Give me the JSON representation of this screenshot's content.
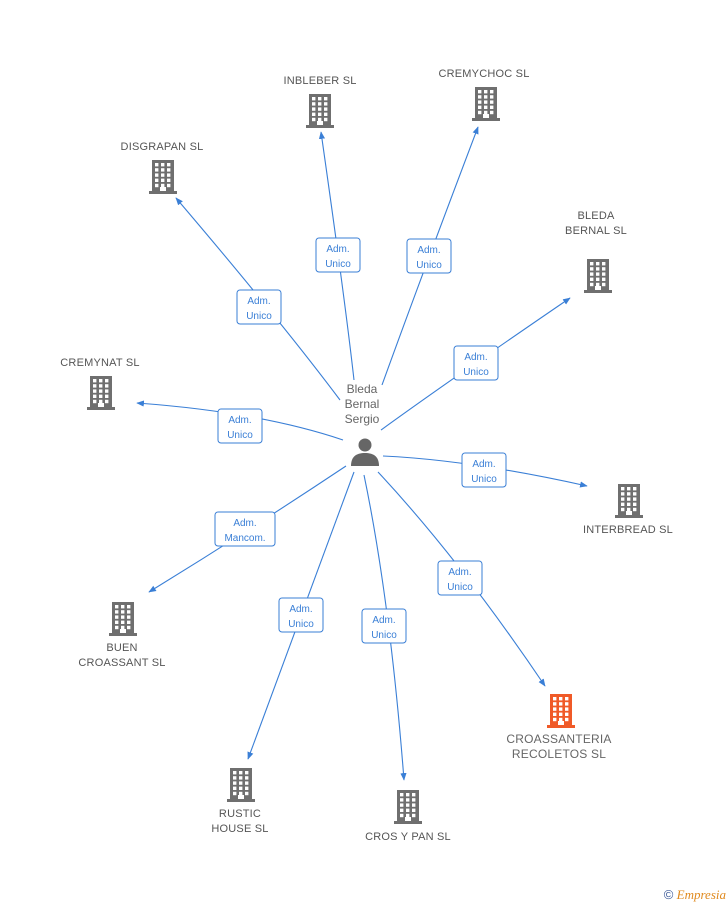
{
  "center": {
    "label_lines": [
      "Bleda",
      "Bernal",
      "Sergio"
    ],
    "icon": "person-icon"
  },
  "colors": {
    "edge": "#3a7fd6",
    "building": "#6f6f6f",
    "highlight": "#f05a28"
  },
  "companies": [
    {
      "id": "inbleber",
      "label_lines": [
        "INBLEBER SL"
      ],
      "role_lines": [
        "Adm.",
        "Unico"
      ],
      "highlight": false
    },
    {
      "id": "cremychoc",
      "label_lines": [
        "CREMYCHOC SL"
      ],
      "role_lines": [
        "Adm.",
        "Unico"
      ],
      "highlight": false
    },
    {
      "id": "disgrapan",
      "label_lines": [
        "DISGRAPAN SL"
      ],
      "role_lines": [
        "Adm.",
        "Unico"
      ],
      "highlight": false
    },
    {
      "id": "bleda-bernal",
      "label_lines": [
        "BLEDA",
        "BERNAL SL"
      ],
      "role_lines": [
        "Adm.",
        "Unico"
      ],
      "highlight": false
    },
    {
      "id": "cremynat",
      "label_lines": [
        "CREMYNAT SL"
      ],
      "role_lines": [
        "Adm.",
        "Unico"
      ],
      "highlight": false
    },
    {
      "id": "interbread",
      "label_lines": [
        "INTERBREAD SL"
      ],
      "role_lines": [
        "Adm.",
        "Unico"
      ],
      "highlight": false
    },
    {
      "id": "buen-croassant",
      "label_lines": [
        "BUEN",
        "CROASSANT SL"
      ],
      "role_lines": [
        "Adm.",
        "Mancom."
      ],
      "highlight": false
    },
    {
      "id": "croassanteria",
      "label_lines": [
        "CROASSANTERIA",
        "RECOLETOS SL"
      ],
      "role_lines": [
        "Adm.",
        "Unico"
      ],
      "highlight": true
    },
    {
      "id": "rustic-house",
      "label_lines": [
        "RUSTIC",
        "HOUSE SL"
      ],
      "role_lines": [
        "Adm.",
        "Unico"
      ],
      "highlight": false
    },
    {
      "id": "cros-y-pan",
      "label_lines": [
        "CROS Y PAN SL"
      ],
      "role_lines": [
        "Adm.",
        "Unico"
      ],
      "highlight": false
    }
  ],
  "footer": {
    "copyright_symbol": "©",
    "brand": "mpresia",
    "brand_initial": "E"
  }
}
